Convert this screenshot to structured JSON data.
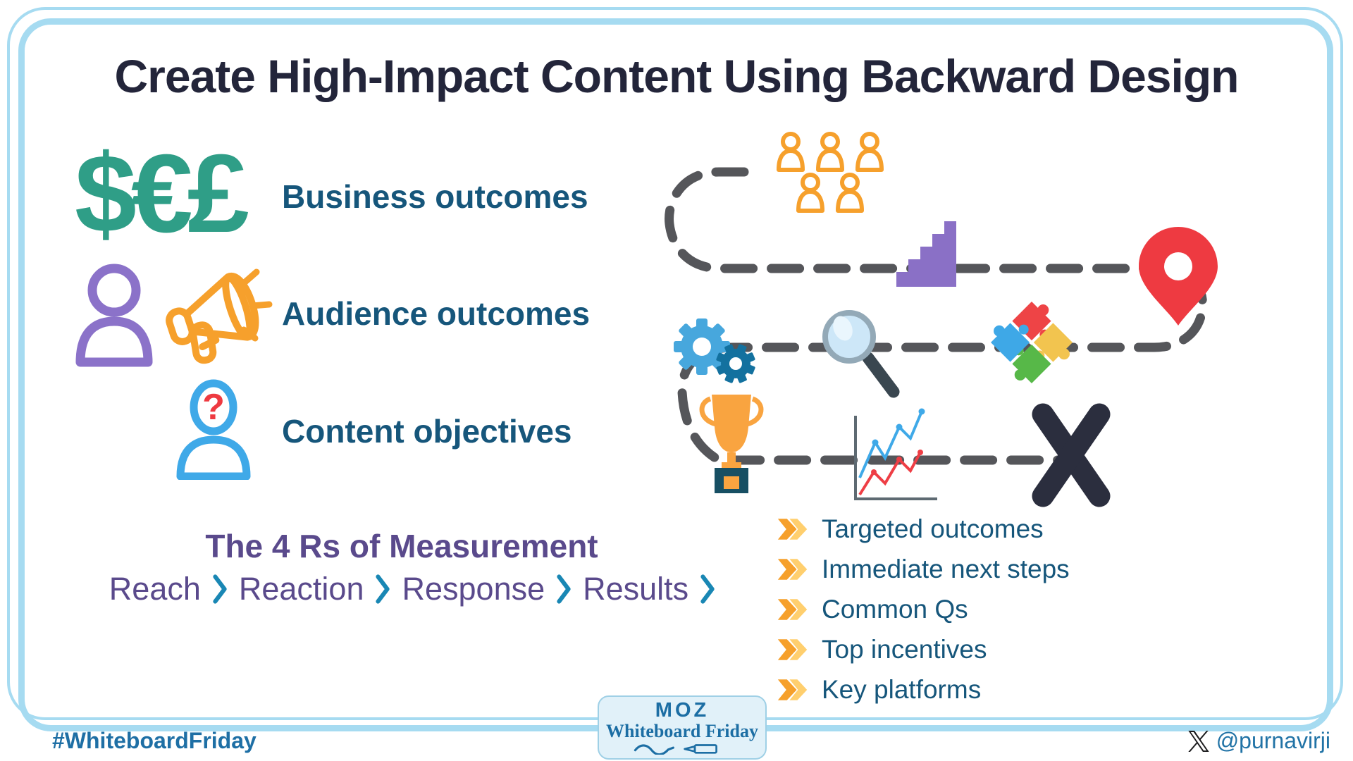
{
  "title": "Create High-Impact Content Using Backward Design",
  "outcomes": [
    {
      "label": "Business outcomes",
      "icon": "currency-symbols-icon",
      "symbols": "$€£"
    },
    {
      "label": "Audience outcomes",
      "icon": "person-megaphone-icon"
    },
    {
      "label": "Content objectives",
      "icon": "person-question-icon"
    }
  ],
  "measurement": {
    "heading": "The 4 Rs of Measurement",
    "steps": [
      "Reach",
      "Reaction",
      "Response",
      "Results"
    ]
  },
  "roadmap_icons": [
    "audience-people-icon",
    "growth-stairs-icon",
    "location-pin-icon",
    "gears-icon",
    "magnifying-glass-icon",
    "puzzle-pieces-icon",
    "trophy-icon",
    "line-chart-icon",
    "x-mark-icon"
  ],
  "checklist": [
    "Targeted outcomes",
    "Immediate next steps",
    "Common Qs",
    "Top incentives",
    "Key platforms"
  ],
  "footer": {
    "hashtag": "#WhiteboardFriday",
    "badge_brand": "MOZ",
    "badge_series": "Whiteboard Friday",
    "handle": "@purnavirji"
  },
  "colors": {
    "border_blue": "#A6DBF1",
    "title_navy": "#23253A",
    "label_teal_blue": "#16567B",
    "green_currency": "#2F9E87",
    "purple_person": "#8B72C9",
    "orange": "#F6A02C",
    "blue_person": "#3FA9E8",
    "question_red": "#EE3A41",
    "heading_purple": "#5A4A8C",
    "chevron_teal": "#1987B4",
    "road_gray": "#55565A",
    "stairs_purple": "#8A70C6",
    "pin_red": "#EE3A41",
    "gear_light_blue": "#47A7DD",
    "gear_dark_blue": "#13719F",
    "puzzle_red": "#EE4446",
    "puzzle_yellow": "#F2C44F",
    "puzzle_green": "#57B848",
    "puzzle_blue": "#3EA8E7",
    "trophy_orange": "#F9A440",
    "trophy_base": "#174F63",
    "x_mark_navy": "#2B2E3E",
    "moz_blue": "#1C6EA4",
    "footer_link_blue": "#2173A6"
  }
}
